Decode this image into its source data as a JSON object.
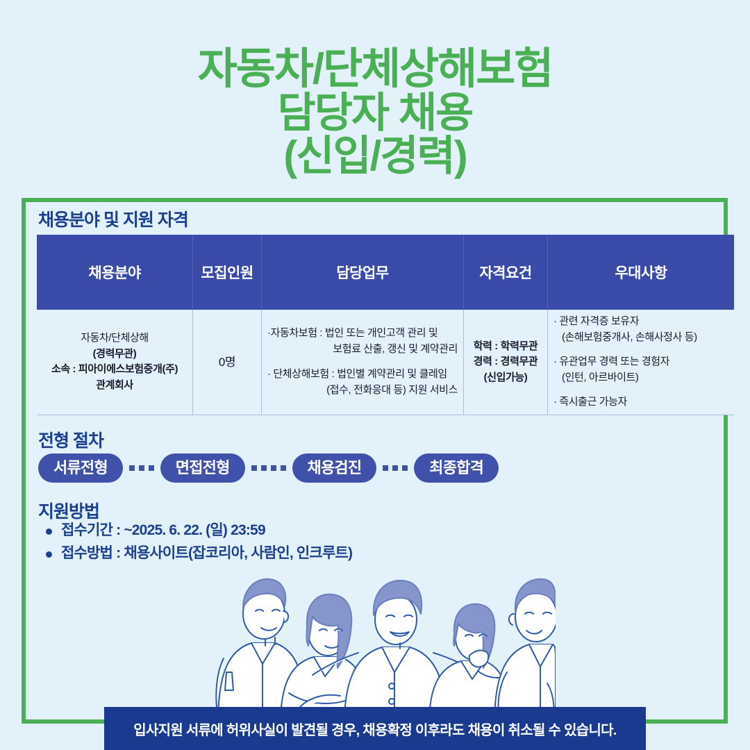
{
  "page": {
    "background_color": "#e2f1fa",
    "frame_color": "#4bb055",
    "accent_green": "#4bb055",
    "accent_blue": "#3a4aa8",
    "pill_blue": "#3f51a8",
    "heading_navy": "#1c3f8f",
    "banner_navy": "#1a3a8f"
  },
  "title": {
    "line1": "자동차/단체상해보험",
    "line2": "담당자 채용",
    "line3": "(신입/경력)"
  },
  "sections": {
    "recruit_heading": "채용분야 및 지원 자격",
    "process_heading": "전형 절차",
    "apply_heading": "지원방법"
  },
  "table": {
    "columns": [
      "채용분야",
      "모집인원",
      "담당업무",
      "자격요건",
      "우대사항"
    ],
    "rows": [
      {
        "field": {
          "line1": "자동차/단체상해",
          "line2": "(경력무관)",
          "line3": "소속 : 피아이에스보험중개(주)",
          "line4": "관계회사"
        },
        "headcount": "0명",
        "duties": [
          {
            "line1": "·자동차보험 : 법인 또는 개인고객 관리 및",
            "line2": "보험료 산출, 갱신 및 계약관리"
          },
          {
            "line1": "· 단체상해보험 : 법인별 계약관리 및 클레임",
            "line2": "(접수, 전화응대 등) 지원  서비스"
          }
        ],
        "requirements": {
          "line1": "학력 : 학력무관",
          "line2": "경력 : 경력무관",
          "line3": "(신입가능)"
        },
        "preferences": [
          {
            "main": "· 관련 자격증 보유자",
            "sub": "(손해보험중개사, 손해사정사 등)"
          },
          {
            "main": "· 유관업무 경력 또는 경험자",
            "sub": "(인턴, 아르바이트)"
          },
          {
            "main": "· 즉시출근 가능자",
            "sub": ""
          }
        ]
      }
    ]
  },
  "process": {
    "steps": [
      "서류전형",
      "면접전형",
      "채용검진",
      "최종합격"
    ],
    "connector_dot_counts": [
      3,
      4,
      3
    ]
  },
  "apply": {
    "items": [
      "접수기간 : ~2025. 6. 22. (일) 23:59",
      "접수방법 : 채용사이트(잡코리아, 사람인, 인크루트)"
    ]
  },
  "illustration": {
    "name": "five-people-line-art",
    "description": "다섯 명의 사람 라인아트 일러스트"
  },
  "banner": {
    "text": "입사지원 서류에 허위사실이 발견될 경우, 채용확정 이후라도 채용이 취소될 수 있습니다."
  }
}
